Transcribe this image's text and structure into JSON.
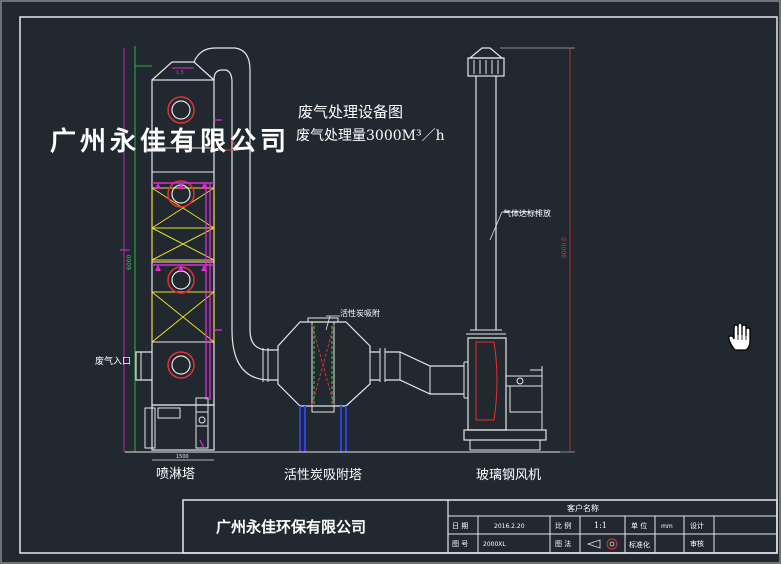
{
  "drawing": {
    "title": "废气处理设备图",
    "subtitle": "废气处理量3000M³／h",
    "company_overlay": "广州永佳有限公司"
  },
  "labels": {
    "spray_tower": "喷淋塔",
    "carbon_tower": "活性炭吸附塔",
    "fan": "玻璃钢风机",
    "gas_inlet": "废气入口",
    "carbon_note": "活性炭吸附",
    "exhaust_note": "气体达标排放",
    "dim_top": "1.5",
    "dim_height": "6000",
    "dim_stack": "8000.0",
    "dim_bottom": "1500"
  },
  "title_block": {
    "company": "广州永佳环保有限公司",
    "client_label": "客户名称",
    "date_label": "日 期",
    "date_value": "2016.2.20",
    "scale_label": "比 例",
    "scale_value": "1:1",
    "unit_label": "单 位",
    "unit_value": "mm",
    "design_label": "设计",
    "drawing_no_label": "图 号",
    "drawing_no_value": "2000XL",
    "view_label": "图 法",
    "standard_label": "标准化",
    "review_label": "审核"
  },
  "colors": {
    "background": "#212830",
    "line": "#e6e6e6",
    "dim": "#3fd13f",
    "magenta": "#e02ad8",
    "yellow": "#e8e020",
    "red": "#e83030",
    "blue": "#3040e0"
  }
}
